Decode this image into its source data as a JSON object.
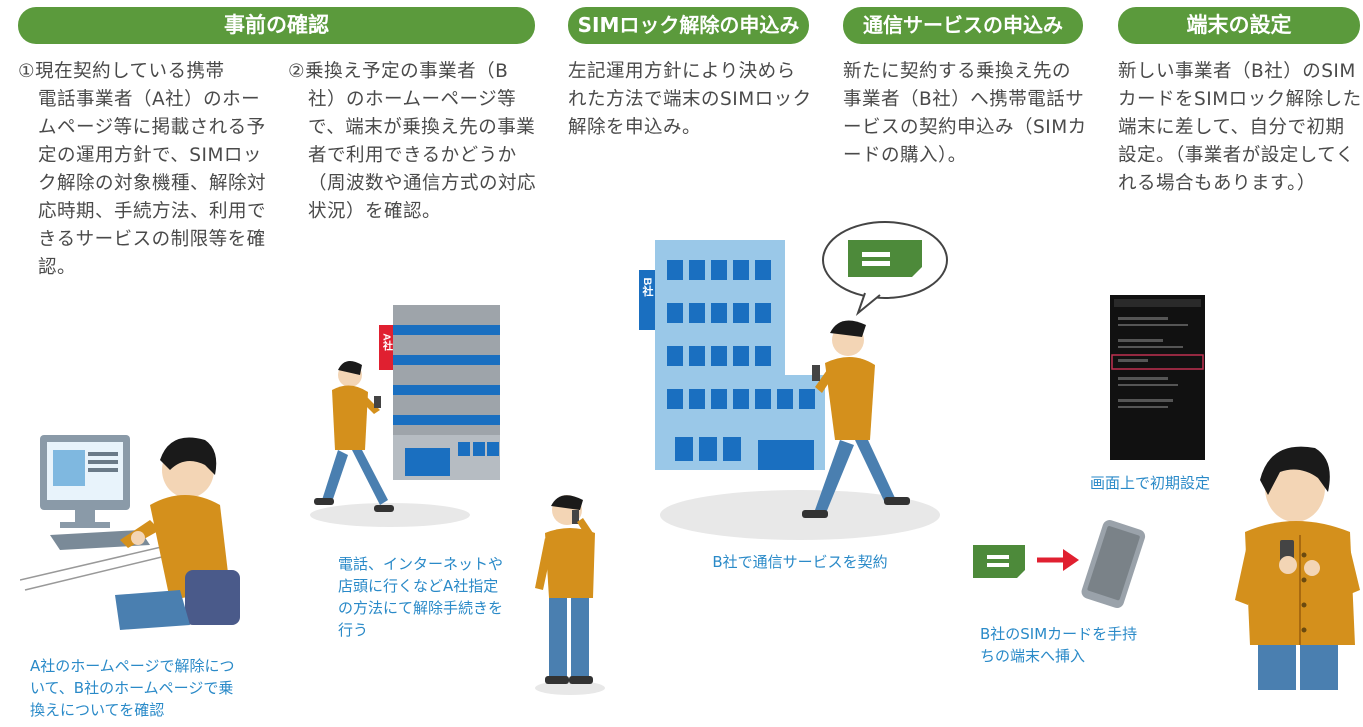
{
  "headers": {
    "pre_check": "事前の確認",
    "sim_unlock": "SIMロック解除の申込み",
    "service_apply": "通信サービスの申込み",
    "device_setup": "端末の設定"
  },
  "descriptions": {
    "step1": {
      "first": "①現在契約している携帯",
      "rest": "電話事業者（A社）のホームページ等に掲載される予定の運用方針で、SIMロック解除の対象機種、解除対応時期、手続方法、利用できるサービスの制限等を確認。"
    },
    "step2": {
      "first": "②乗換え予定の事業者（B",
      "rest": "社）のホームーページ等で、端末が乗換え先の事業者で利用できるかどうか（周波数や通信方式の対応状況）を確認。"
    },
    "step3": "左記運用方針により決められた方法で端末のSIMロック解除を申込み。",
    "step4": "新たに契約する乗換え先の事業者（B社）へ携帯電話サービスの契約申込み（SIMカードの購入）。",
    "step5": "新しい事業者（B社）のSIMカードをSIMロック解除した端末に差して、自分で初期設定。（事業者が設定してくれる場合もあります。）"
  },
  "captions": {
    "homepage_check": "A社のホームページで解除について、B社のホームページで乗換えについてを確認",
    "unlock_procedure": "電話、インターネットや店頭に行くなどA社指定の方法にて解除手続きを行う",
    "b_contract": "B社で通信サービスを契約",
    "sim_insert": "B社のSIMカードを手持ちの端末へ挿入",
    "initial_setup": "画面上で初期設定"
  },
  "signs": {
    "company_a": "A社",
    "company_b": "B社"
  },
  "colors": {
    "header_green": "#5b9a3c",
    "caption_blue": "#2a8ac8",
    "shirt": "#d4901c",
    "pants": "#4a7fb0",
    "sim_green": "#4d8a3a",
    "sign_red": "#e02030",
    "sign_blue": "#2a8ad0",
    "building_blue": "#9ac8e8",
    "window_blue": "#1a6fc0"
  }
}
